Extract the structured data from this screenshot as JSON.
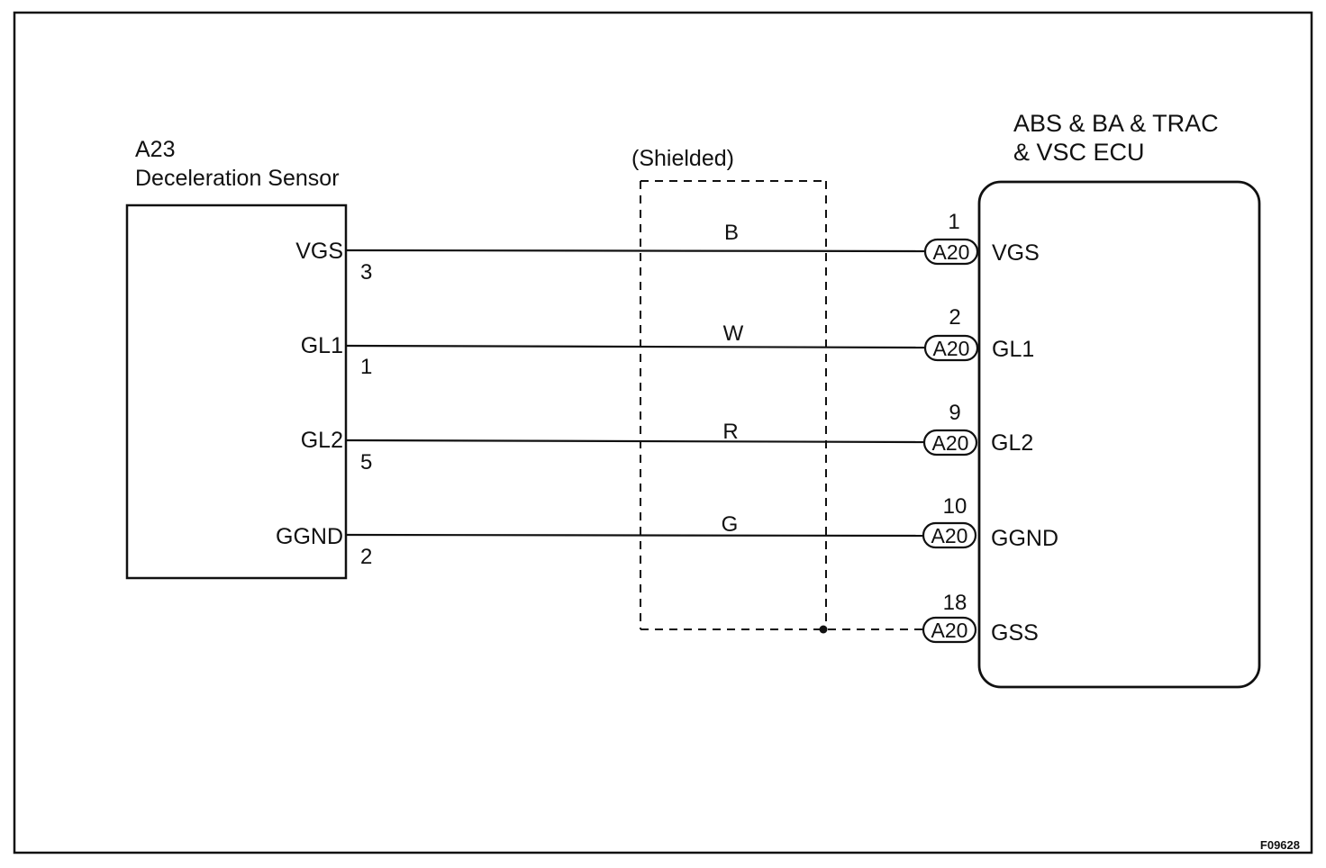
{
  "sensor": {
    "code": "A23",
    "name": "Deceleration Sensor",
    "terminals": [
      {
        "label": "VGS",
        "pin": "3"
      },
      {
        "label": "GL1",
        "pin": "1"
      },
      {
        "label": "GL2",
        "pin": "5"
      },
      {
        "label": "GGND",
        "pin": "2"
      }
    ]
  },
  "shield": {
    "label": "(Shielded)"
  },
  "wires": [
    {
      "color": "B"
    },
    {
      "color": "W"
    },
    {
      "color": "R"
    },
    {
      "color": "G"
    }
  ],
  "ecu": {
    "title_line1": "ABS & BA & TRAC",
    "title_line2": "& VSC ECU",
    "terminals": [
      {
        "pin": "1",
        "connector": "A20",
        "label": "VGS"
      },
      {
        "pin": "2",
        "connector": "A20",
        "label": "GL1"
      },
      {
        "pin": "9",
        "connector": "A20",
        "label": "GL2"
      },
      {
        "pin": "10",
        "connector": "A20",
        "label": "GGND"
      },
      {
        "pin": "18",
        "connector": "A20",
        "label": "GSS"
      }
    ]
  },
  "figure_code": "F09628"
}
